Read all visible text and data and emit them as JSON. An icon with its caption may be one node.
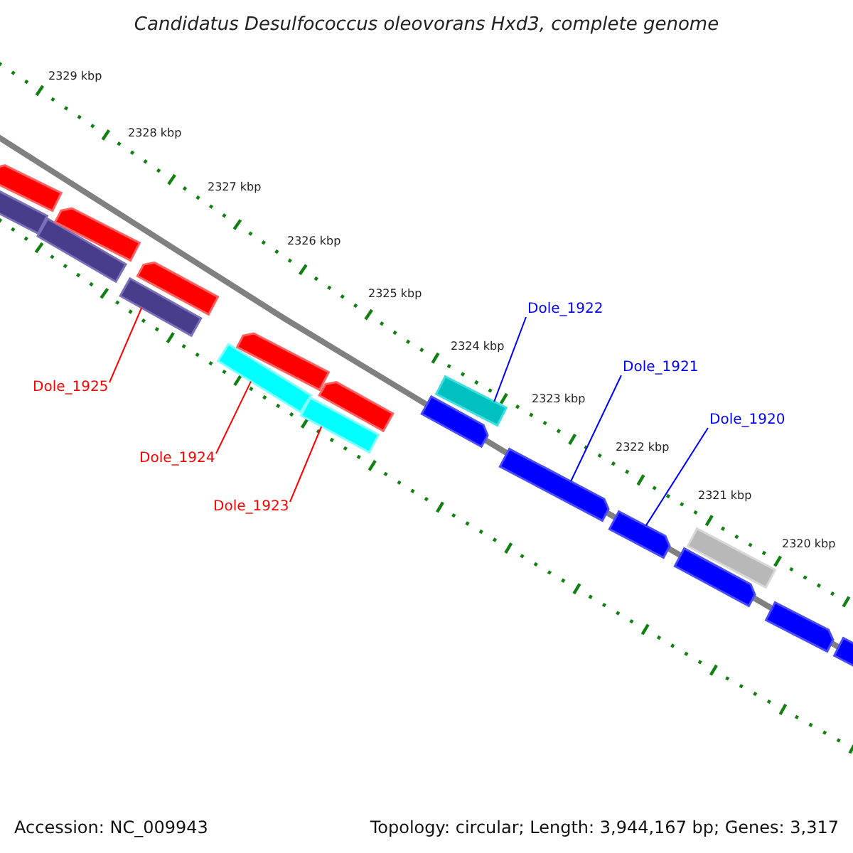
{
  "diagram": {
    "title": "Candidatus Desulfococcus oleovorans Hxd3, complete genome",
    "nodes": [
      {
        "text": [
          "Dole_1925"
        ]
      },
      {
        "text": [
          "Dole_1924"
        ]
      },
      {
        "text": [
          "Dole_1923"
        ]
      },
      {
        "text": [
          "Dole_1922"
        ]
      },
      {
        "text": [
          "Dole_1921"
        ]
      },
      {
        "text": [
          "Dole_1920"
        ]
      },
      {
        "text": [],
        "shape": "bar"
      },
      {
        "text": [],
        "shape": "bar"
      },
      {
        "text": [],
        "shape": "bar"
      },
      {
        "text": [],
        "shape": "bar"
      },
      {
        "text": [],
        "shape": "bar"
      },
      {
        "text": [],
        "shape": "bar"
      },
      {
        "text": [],
        "shape": "bar"
      },
      {
        "text": [],
        "shape": "bar"
      },
      {
        "text": [],
        "shape": "bar"
      },
      {
        "text": [],
        "shape": "bar"
      },
      {
        "text": [],
        "shape": "bar"
      },
      {
        "text": [],
        "shape": "bar"
      },
      {
        "text": [],
        "shape": "bar"
      },
      {
        "text": [],
        "shape": "bar"
      },
      {
        "text": [],
        "shape": "bar"
      },
      {
        "text": [],
        "shape": "bar"
      },
      {
        "text": [],
        "shape": "bar"
      },
      {
        "text": [],
        "shape": "bar"
      }
    ],
    "edges": [
      {
        "from": 0,
        "to": 10,
        "arrow": "none",
        "color": "#ff0000"
      },
      {
        "from": 1,
        "to": 12,
        "arrow": "none",
        "color": "#ff0000"
      },
      {
        "from": 2,
        "to": 14,
        "arrow": "none",
        "color": "#ff0000"
      },
      {
        "from": 3,
        "to": 17,
        "arrow": "none",
        "color": "#0000ff"
      },
      {
        "from": 4,
        "to": 18,
        "arrow": "none",
        "color": "#0000ff"
      },
      {
        "from": 5,
        "to": 19,
        "arrow": "none",
        "color": "#0000ff"
      }
    ],
    "labels": [
      "2329 kbp",
      "2328 kbp",
      "2327 kbp",
      "2326 kbp",
      "2325 kbp",
      "2324 kbp",
      "2323 kbp",
      "2322 kbp",
      "2321 kbp",
      "2320 kbp",
      "Accession: NC_009943",
      "Topology: circular; Length: 3,944,167 bp; Genes: 3,317"
    ]
  }
}
